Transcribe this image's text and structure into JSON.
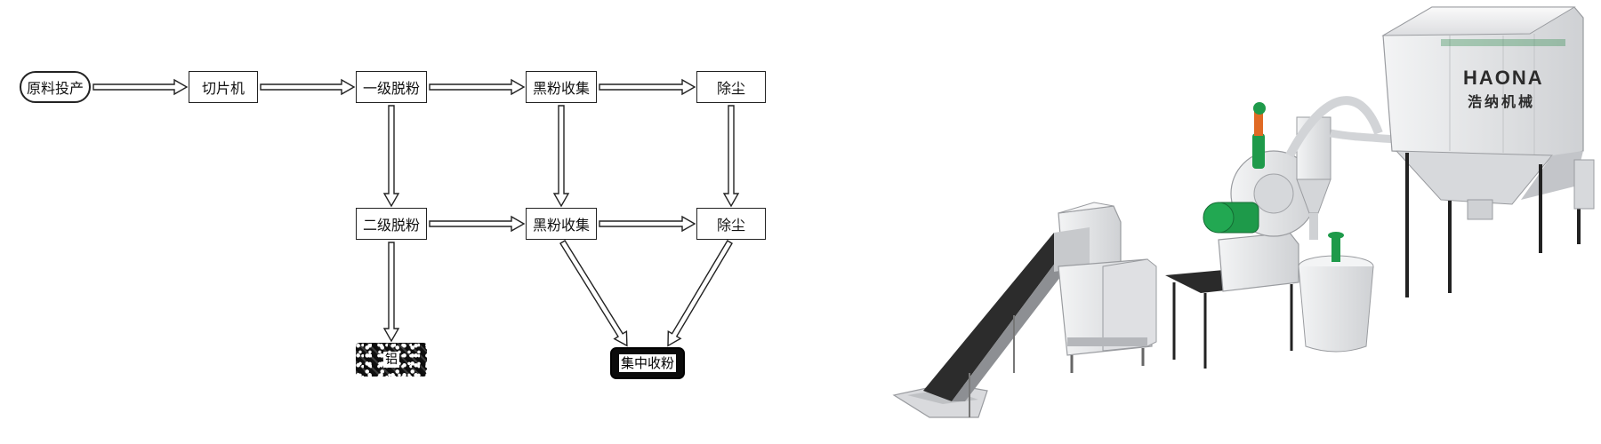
{
  "diagram": {
    "nodes": {
      "n_raw": {
        "label": "原料投产"
      },
      "n_slice": {
        "label": "切片机"
      },
      "n_p1": {
        "label": "一级脱粉"
      },
      "n_bc1": {
        "label": "黑粉收集"
      },
      "n_d1": {
        "label": "除尘"
      },
      "n_p2": {
        "label": "二级脱粉"
      },
      "n_bc2": {
        "label": "黑粉收集"
      },
      "n_d2": {
        "label": "除尘"
      },
      "n_al": {
        "label": "铝"
      },
      "n_collect": {
        "label": "集中收粉"
      }
    },
    "edges": [
      {
        "from": "n_raw",
        "to": "n_slice"
      },
      {
        "from": "n_slice",
        "to": "n_p1"
      },
      {
        "from": "n_p1",
        "to": "n_bc1"
      },
      {
        "from": "n_bc1",
        "to": "n_d1"
      },
      {
        "from": "n_p1",
        "to": "n_p2"
      },
      {
        "from": "n_bc1",
        "to": "n_bc2"
      },
      {
        "from": "n_d1",
        "to": "n_d2"
      },
      {
        "from": "n_p2",
        "to": "n_bc2"
      },
      {
        "from": "n_bc2",
        "to": "n_d2"
      },
      {
        "from": "n_p2",
        "to": "n_al"
      },
      {
        "from": "n_bc2",
        "to": "n_collect"
      },
      {
        "from": "n_d2",
        "to": "n_collect"
      }
    ]
  },
  "machine": {
    "brand": "HAONA",
    "brand_sub": "浩纳机械",
    "colors": {
      "body": "#e9eaec",
      "shade": "#c9cbcf",
      "motor": "#1e9a4a",
      "belt": "#2c2c2c",
      "accent": "#e06a24"
    }
  }
}
